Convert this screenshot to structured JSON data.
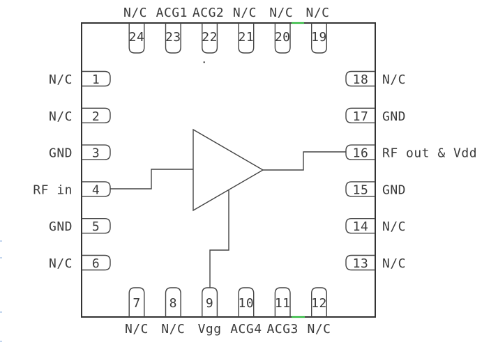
{
  "diagram": {
    "type": "ic-pinout",
    "package_pin_count": 24,
    "center_symbol": "amplifier-triangle"
  },
  "pins": {
    "top": [
      {
        "num": "24",
        "label": "N/C"
      },
      {
        "num": "23",
        "label": "ACG1"
      },
      {
        "num": "22",
        "label": "ACG2"
      },
      {
        "num": "21",
        "label": "N/C"
      },
      {
        "num": "20",
        "label": "N/C"
      },
      {
        "num": "19",
        "label": "N/C"
      }
    ],
    "left": [
      {
        "num": "1",
        "label": "N/C"
      },
      {
        "num": "2",
        "label": "N/C"
      },
      {
        "num": "3",
        "label": "GND"
      },
      {
        "num": "4",
        "label": "RF in"
      },
      {
        "num": "5",
        "label": "GND"
      },
      {
        "num": "6",
        "label": "N/C"
      }
    ],
    "right": [
      {
        "num": "18",
        "label": "N/C"
      },
      {
        "num": "17",
        "label": "GND"
      },
      {
        "num": "16",
        "label": "RF out & Vdd"
      },
      {
        "num": "15",
        "label": "GND"
      },
      {
        "num": "14",
        "label": "N/C"
      },
      {
        "num": "13",
        "label": "N/C"
      }
    ],
    "bottom": [
      {
        "num": "7",
        "label": "N/C"
      },
      {
        "num": "8",
        "label": "N/C"
      },
      {
        "num": "9",
        "label": "Vgg"
      },
      {
        "num": "10",
        "label": "ACG4"
      },
      {
        "num": "11",
        "label": "ACG3"
      },
      {
        "num": "12",
        "label": "N/C"
      }
    ]
  },
  "connections": [
    {
      "from": "pin-4",
      "to": "amplifier-input"
    },
    {
      "from": "amplifier-output",
      "to": "pin-16"
    },
    {
      "from": "amplifier-bottom",
      "to": "pin-9"
    }
  ],
  "colors": {
    "line": "#444444",
    "border": "#333333",
    "text": "#3a3a3a",
    "green_mark": "#2eb83c",
    "blue_artifact": "#8fb3e0",
    "background": "#ffffff"
  }
}
